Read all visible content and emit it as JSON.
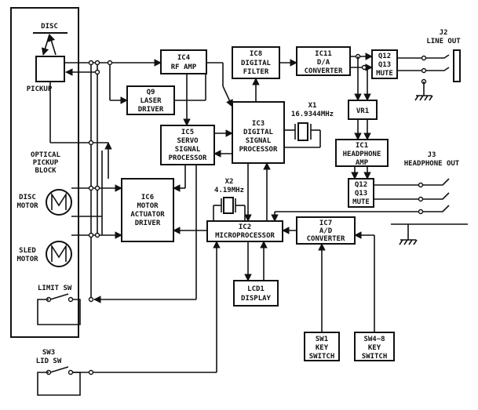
{
  "labels": {
    "disc": "DISC",
    "pickup": "PICKUP",
    "optical_block": [
      "OPTICAL",
      "PICKUP",
      "BLOCK"
    ],
    "disc_motor": [
      "DISC",
      "MOTOR"
    ],
    "sled_motor": [
      "SLED",
      "MOTOR"
    ],
    "limit_sw": "LIMIT SW",
    "lid_sw": [
      "SW3",
      "LID SW"
    ],
    "ic4": [
      "IC4",
      "RF AMP"
    ],
    "q9": [
      "Q9",
      "LASER",
      "DRIVER"
    ],
    "ic5": [
      "IC5",
      "SERVO",
      "SIGNAL",
      "PROCESSOR"
    ],
    "ic6": [
      "IC6",
      "MOTOR",
      "ACTUATOR",
      "DRIVER"
    ],
    "ic8": [
      "IC8",
      "DIGITAL",
      "FILTER"
    ],
    "ic3": [
      "IC3",
      "DIGITAL",
      "SIGNAL",
      "PROCESSOR"
    ],
    "x1": [
      "X1",
      "16.9344MHz"
    ],
    "x2": [
      "X2",
      "4.19MHz"
    ],
    "ic2": [
      "IC2",
      "MICROPROCESSOR"
    ],
    "lcd1": [
      "LCD1",
      "DISPLAY"
    ],
    "ic7": [
      "IC7",
      "A/D",
      "CONVERTER"
    ],
    "sw1": [
      "SW1",
      "KEY",
      "SWITCH"
    ],
    "sw48": [
      "SW4~8",
      "KEY",
      "SWITCH"
    ],
    "ic11": [
      "IC11",
      "D/A",
      "CONVERTER"
    ],
    "q12_top": [
      "Q12",
      "Q13",
      "MUTE"
    ],
    "vr1": "VR1",
    "ic1": [
      "IC1",
      "HEADPHONE",
      "AMP"
    ],
    "q12_bot": [
      "Q12",
      "Q13",
      "MUTE"
    ],
    "j2": [
      "J2",
      "LINE OUT"
    ],
    "j3": [
      "J3",
      "HEADPHONE OUT"
    ]
  }
}
